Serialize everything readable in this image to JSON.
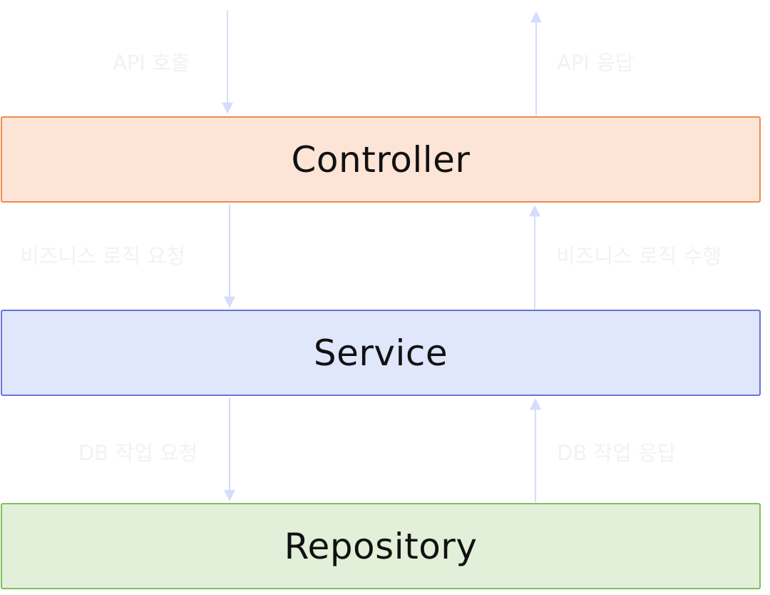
{
  "colors": {
    "arrow": "#d6dcfb",
    "label": "#f2f2f2",
    "controller_fill": "#fce4d6",
    "controller_border": "#f08a4b",
    "service_fill": "#e0e6fb",
    "service_border": "#6a72d8",
    "repository_fill": "#e2f0d9",
    "repository_border": "#7fbf5e"
  },
  "layers": {
    "controller": "Controller",
    "service": "Service",
    "repository": "Repository"
  },
  "flows": {
    "api_call": "API 호출",
    "api_response": "API 응답",
    "business_request": "비즈니스 로직 요청",
    "business_perform": "비즈니스 로직 수행",
    "db_request": "DB 작업 요청",
    "db_response": "DB 작업 응답"
  }
}
